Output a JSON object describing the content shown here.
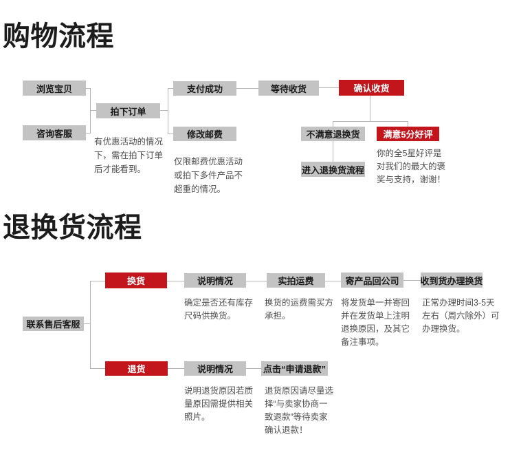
{
  "colors": {
    "red_box": "#c2151c",
    "gray_box": "#c3c3c3",
    "connector_line": "#b5b5b5",
    "title_text": "#1c1c1c",
    "label_text": "#1a1a1a",
    "note_text": "#4d4d4d"
  },
  "titles": {
    "shopping": "购物流程",
    "returns": "退换货流程"
  },
  "flow1": {
    "nodes": {
      "browse": "浏览宝贝",
      "consult": "咨询客服",
      "order": "拍下订单",
      "pay": "支付成功",
      "postage": "修改邮费",
      "wait": "等待收货",
      "confirm": "确认收货",
      "unsatisfied": "不满意退换货",
      "satisfied": "满意5分好评",
      "enter_return": "进入退换货流程"
    },
    "notes": {
      "order": [
        "有优惠活动的情况",
        "下，需在拍下订单",
        "后才能看到。"
      ],
      "postage": [
        "仅限邮费优惠活动",
        "或拍下多件产品不",
        "超重的情况。"
      ],
      "praise": [
        "你的全5星好评是",
        "对我们的最大的褒",
        "奖与支持，谢谢！"
      ]
    }
  },
  "flow2": {
    "nodes": {
      "contact": "联系售后客服",
      "exchange": "换货",
      "explain_exchange": "说明情况",
      "shipping_fee": "实拍运费",
      "send_back": "寄产品回公司",
      "receive_handle": "收到货办理换货",
      "refund": "退货",
      "explain_refund": "说明情况",
      "click_refund": "点击“申请退款”"
    },
    "notes": {
      "explain_exchange": [
        "确定是否还有库存",
        "尺码供换货。"
      ],
      "shipping_fee": [
        "换货的运费需买方",
        "承担。"
      ],
      "send_back": [
        "将发货单一并寄回",
        "并在发货单上注明",
        "退换原因，及其它",
        "备注事项。"
      ],
      "receive_handle": [
        "正常办理时间3-5天",
        "左右（周六除外）可",
        "办理换货。"
      ],
      "explain_refund": [
        "说明退货原因若质",
        "量原因需提供相关",
        "照片。"
      ],
      "click_refund": [
        "退货原因请尽量选",
        "择“与卖家协商一",
        "致退款”等待卖家",
        "确认退款！"
      ]
    }
  }
}
